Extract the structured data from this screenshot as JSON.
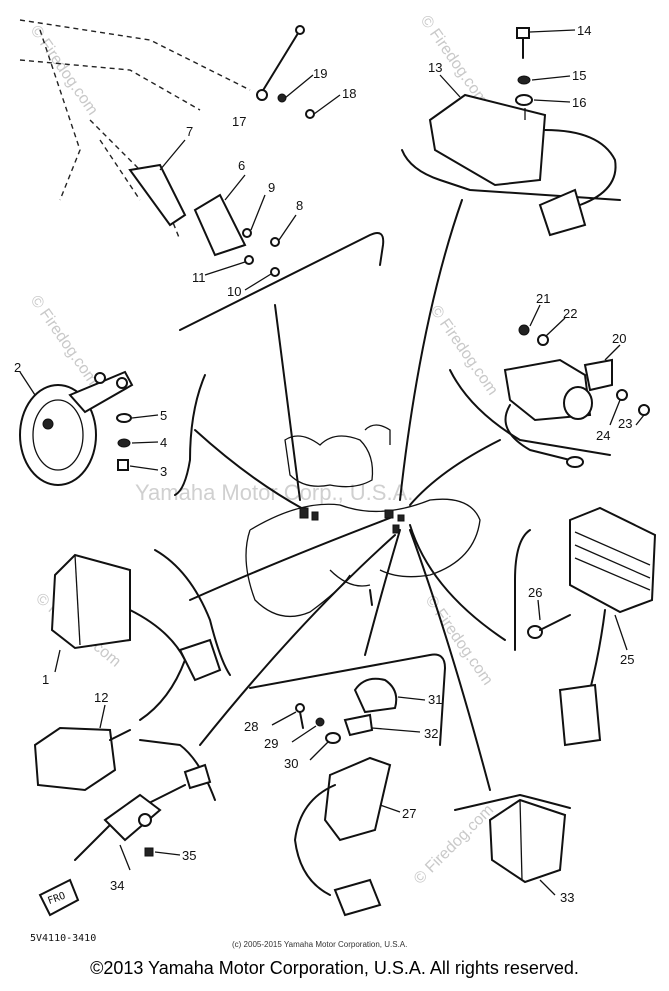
{
  "diagram": {
    "part_numbers": [
      "1",
      "2",
      "3",
      "4",
      "5",
      "6",
      "7",
      "8",
      "9",
      "10",
      "11",
      "12",
      "13",
      "14",
      "15",
      "16",
      "17",
      "18",
      "19",
      "20",
      "21",
      "22",
      "23",
      "24",
      "25",
      "26",
      "27",
      "28",
      "29",
      "30",
      "31",
      "32",
      "33",
      "34",
      "35"
    ],
    "diagram_code": "5V4110-3410",
    "image_copyright": "(c) 2005-2015 Yamaha Motor Corporation, U.S.A.",
    "watermark_center": "Yamaha Motor Corp., U.S.A.",
    "watermark_site": "© Firedog.com",
    "tag_label": "FRO"
  },
  "footer": {
    "copyright": "©2013 Yamaha Motor Corporation, U.S.A. All rights reserved."
  }
}
